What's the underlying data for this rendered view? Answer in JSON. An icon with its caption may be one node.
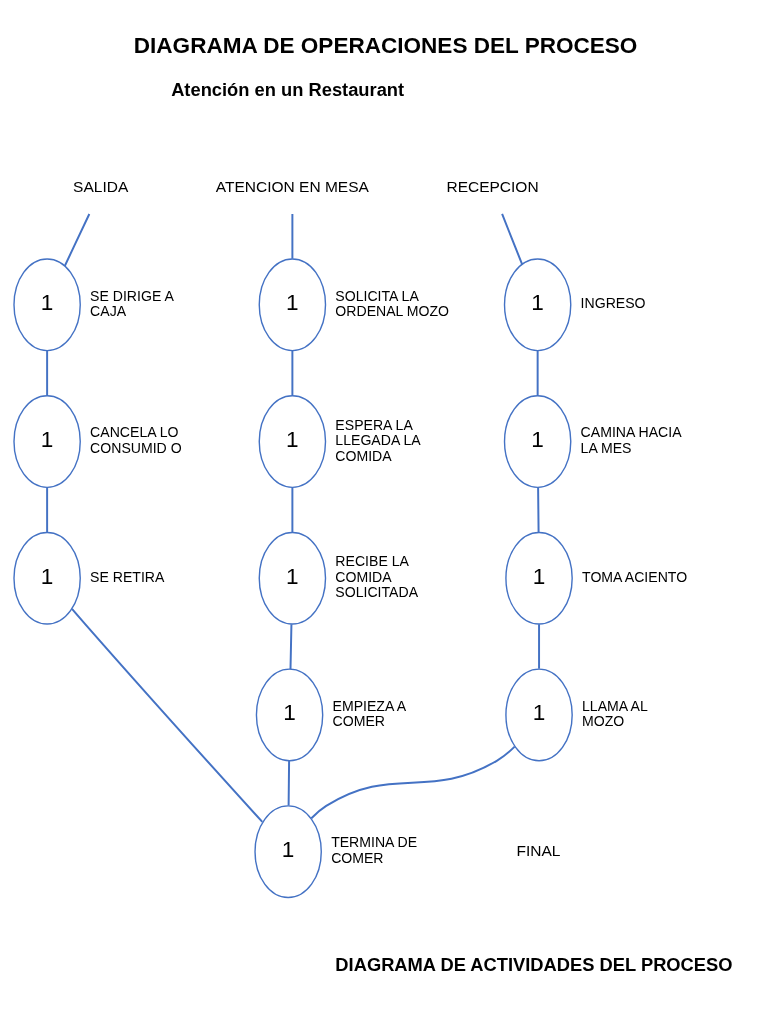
{
  "diagram": {
    "title": "DIAGRAMA DE OPERACIONES DEL PROCESO",
    "nodes": [
      {
        "text": [
          "SALIDA"
        ]
      },
      {
        "text": [
          "ATENCION EN MESA"
        ]
      },
      {
        "text": [
          "RECEPCION"
        ]
      },
      {
        "text": [
          "1"
        ],
        "beside": [
          "SE DIRIGE A CAJA"
        ]
      },
      {
        "text": [
          "1"
        ],
        "beside": [
          "CANCELA LO CONSUMID O"
        ]
      },
      {
        "text": [
          "1"
        ],
        "beside": [
          "SE RETIRA"
        ]
      },
      {
        "text": [
          "1"
        ],
        "beside": [
          "SOLICITA LA ORDENAL MOZO"
        ]
      },
      {
        "text": [
          "1"
        ],
        "beside": [
          "ESPERA LA LLEGADA LA COMIDA"
        ]
      },
      {
        "text": [
          "1"
        ],
        "beside": [
          "RECIBE LA COMIDA SOLICITADA"
        ]
      },
      {
        "text": [
          "1"
        ],
        "beside": [
          "EMPIEZA A COMER"
        ]
      },
      {
        "text": [
          "1"
        ],
        "beside": [
          "TERMINA DE COMER"
        ]
      },
      {
        "text": [
          "1"
        ],
        "beside": [
          "INGRESO"
        ]
      },
      {
        "text": [
          "1"
        ],
        "beside": [
          "CAMINA HACIA LA MES"
        ]
      },
      {
        "text": [
          "1"
        ],
        "beside": [
          "TOMA ACIENTO"
        ]
      },
      {
        "text": [
          "1"
        ],
        "beside": [
          "LLAMA AL MOZO"
        ]
      }
    ],
    "edges": [
      {
        "from": 0,
        "to": 3,
        "arrow": "none"
      },
      {
        "from": 3,
        "to": 4,
        "arrow": "none"
      },
      {
        "from": 4,
        "to": 5,
        "arrow": "none"
      },
      {
        "from": 1,
        "to": 6,
        "arrow": "none"
      },
      {
        "from": 6,
        "to": 7,
        "arrow": "none"
      },
      {
        "from": 7,
        "to": 8,
        "arrow": "none"
      },
      {
        "from": 8,
        "to": 9,
        "arrow": "none"
      },
      {
        "from": 9,
        "to": 10,
        "arrow": "none"
      },
      {
        "from": 2,
        "to": 11,
        "arrow": "none"
      },
      {
        "from": 11,
        "to": 12,
        "arrow": "none"
      },
      {
        "from": 12,
        "to": 13,
        "arrow": "none"
      },
      {
        "from": 13,
        "to": 14,
        "arrow": "none"
      },
      {
        "from": 5,
        "to": 10,
        "arrow": "none"
      },
      {
        "from": 10,
        "to": 14,
        "arrow": "none"
      }
    ],
    "labels": [
      "Atención en un Restaurant",
      "FINAL",
      "DIAGRAMA DE ACTIVIDADES DEL PROCESO"
    ]
  }
}
